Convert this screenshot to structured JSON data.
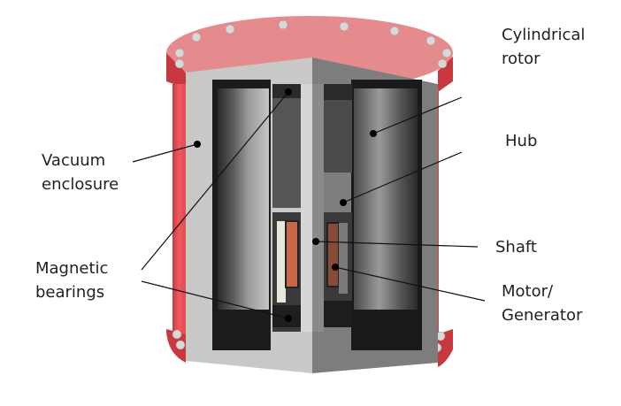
{
  "labels": {
    "vacuum_enclosure": [
      "Vacuum",
      "enclosure"
    ],
    "magnetic_bearings": [
      "Magnetic",
      "bearings"
    ],
    "cylindrical_rotor": [
      "Cylindrical",
      "rotor"
    ],
    "hub": "Hub",
    "shaft": "Shaft",
    "motor_generator": [
      "Motor/",
      "Generator"
    ]
  },
  "colors": {
    "enclosure": "#e0474c",
    "section_light": "#c8c8c6",
    "section_dark": "#7a7a7a",
    "cavity": "#1c1c1c",
    "motor_copper": "#c8664a",
    "leader": "#111111"
  }
}
